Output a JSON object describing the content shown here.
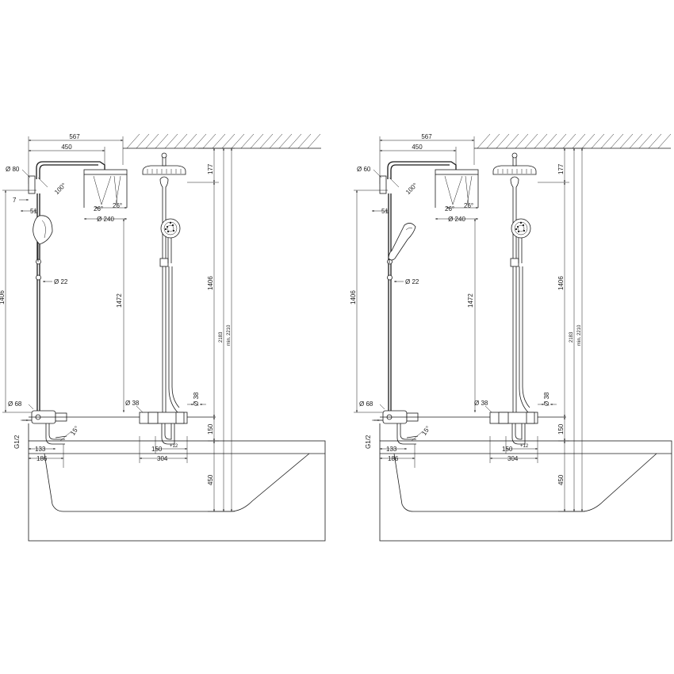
{
  "left": {
    "head_diameter": "Ø 80",
    "dim_567": "567",
    "dim_450": "450",
    "dim_7": "7",
    "dim_51": "51",
    "angle_100": "100°",
    "angle_26a": "26°",
    "angle_26b": "26°",
    "dim_240": "Ø 240",
    "dim_22": "Ø 22",
    "dim_1472": "1472",
    "dim_1406_left": "1406",
    "dim_68": "Ø 68",
    "dim_38_left": "Ø 38",
    "thread": "G1/2",
    "angle_15": "15°",
    "dim_133": "133",
    "dim_186": "186",
    "dim_177": "177",
    "dim_1406_right": "1406",
    "dim_2183": "2183",
    "dim_2210": "min. 2210",
    "dim_38_right": "Ø 38",
    "dim_150_v": "150",
    "dim_150_h": "150",
    "tol_12": "+12",
    "dim_304": "304",
    "dim_450_v": "450"
  },
  "right": {
    "head_diameter": "Ø 60",
    "dim_567": "567",
    "dim_450": "450",
    "dim_51": "51",
    "angle_100": "100°",
    "angle_26a": "26°",
    "angle_26b": "26°",
    "dim_240": "Ø 240",
    "dim_22": "Ø 22",
    "dim_1472": "1472",
    "dim_1406_left": "1406",
    "dim_68": "Ø 68",
    "dim_38_left": "Ø 38",
    "thread": "G1/2",
    "angle_15": "15°",
    "dim_133": "133",
    "dim_186": "186",
    "dim_177": "177",
    "dim_1406_right": "1406",
    "dim_2183": "2183",
    "dim_2210": "min. 2210",
    "dim_38_right": "Ø 38",
    "dim_150_v": "150",
    "dim_150_h": "150",
    "tol_12": "+12",
    "dim_304": "304",
    "dim_450_v": "450"
  }
}
